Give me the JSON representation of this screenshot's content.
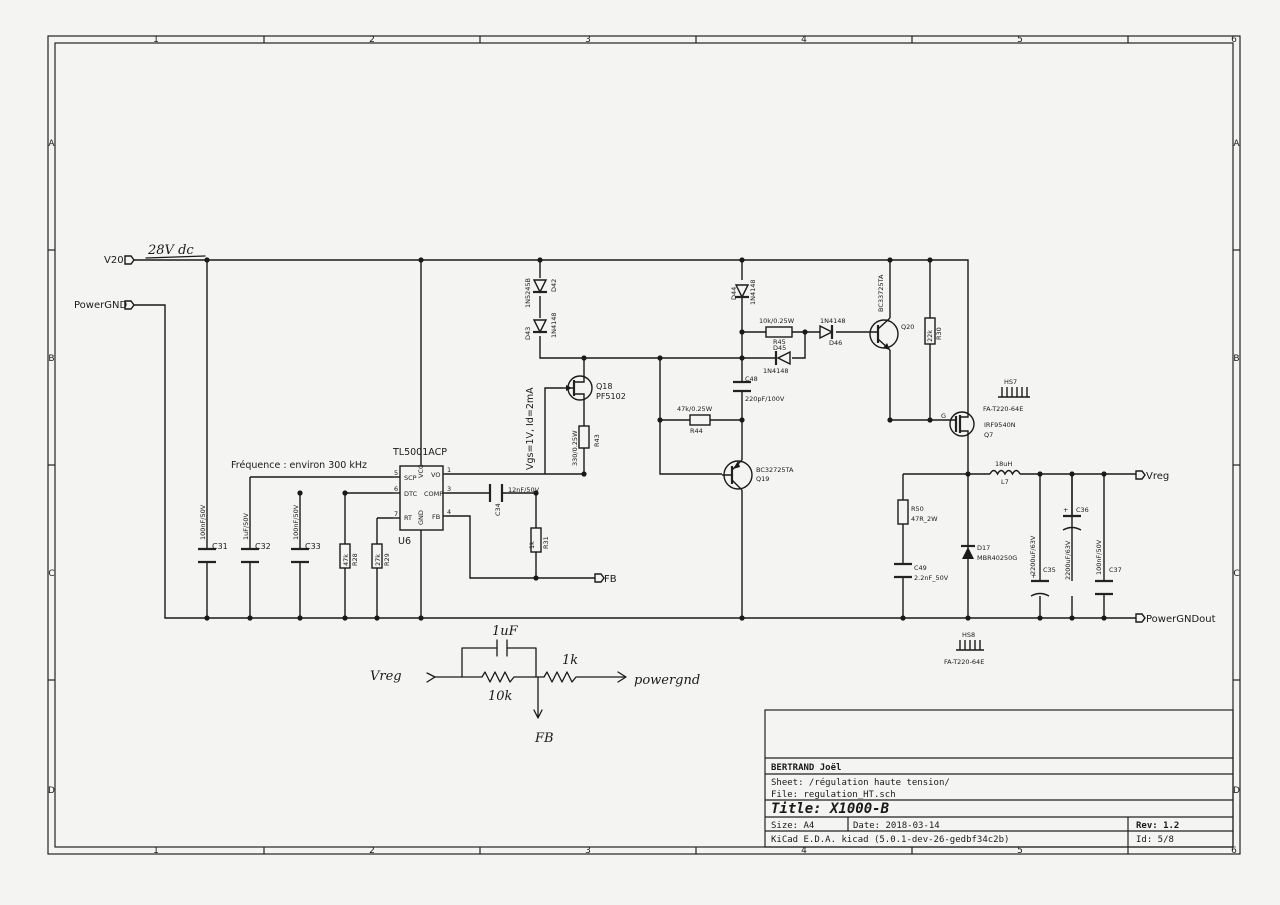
{
  "frame": {
    "columns": [
      "1",
      "2",
      "3",
      "4",
      "5",
      "6"
    ],
    "rows": [
      "A",
      "B",
      "C",
      "D"
    ]
  },
  "ports": {
    "v20": "V20",
    "powergnd": "PowerGND",
    "vreg": "Vreg",
    "fb": "FB",
    "powergndout": "PowerGNDout"
  },
  "annotations": {
    "supply": "28V dc",
    "frequency": "Fréquence : environ 300 kHz",
    "vgs": "Vgs=1V, Id=2mA"
  },
  "u6": {
    "part": "TL5001ACP",
    "ref": "U6",
    "pins": {
      "scp": "SCP",
      "dtc": "DTC",
      "rt": "RT",
      "vcc": "VCC",
      "gnd": "GND",
      "vo": "VO",
      "comp": "COMP",
      "fb": "FB",
      "p5": "5",
      "p6": "6",
      "p7": "7",
      "p1": "1",
      "p3": "3",
      "p4": "4"
    }
  },
  "components": {
    "c31": {
      "ref": "C31",
      "value": "100nF/50V"
    },
    "c32": {
      "ref": "C32",
      "value": "1uF/50V"
    },
    "c33": {
      "ref": "C33",
      "value": "100nF/50V"
    },
    "r28": {
      "ref": "R28",
      "value": "47k"
    },
    "r29": {
      "ref": "R29",
      "value": "27k"
    },
    "c34": {
      "ref": "C34",
      "value": "12nF/50V"
    },
    "r31": {
      "ref": "R31",
      "value": "1k"
    },
    "d42": {
      "ref": "D42",
      "value": "1N5245B"
    },
    "d43": {
      "ref": "D43",
      "value": "1N4148"
    },
    "q18": {
      "ref": "Q18",
      "value": "PF5102"
    },
    "r43": {
      "ref": "R43",
      "value": "330/0.25W"
    },
    "d44": {
      "ref": "D44",
      "value": "1N4148"
    },
    "r45": {
      "ref": "R45",
      "value": "10k/0.25W"
    },
    "d46": {
      "ref": "D46",
      "value": "1N4148"
    },
    "d45": {
      "ref": "D45",
      "value": "1N4148"
    },
    "c48": {
      "ref": "C48",
      "value": "220pF/100V"
    },
    "r44": {
      "ref": "R44",
      "value": "47k/0.25W"
    },
    "q19": {
      "ref": "Q19",
      "value": "BC32725TA"
    },
    "q20": {
      "ref": "Q20",
      "value": "BC33725TA"
    },
    "r30": {
      "ref": "R30",
      "value": "22k"
    },
    "hs7": {
      "ref": "HS7",
      "value": "FA-T220-64E"
    },
    "q7": {
      "ref": "Q7",
      "value": "IRF9540N"
    },
    "l7": {
      "ref": "L7",
      "value": "18uH"
    },
    "r50": {
      "ref": "R50",
      "value": "47R_2W"
    },
    "c49": {
      "ref": "C49",
      "value": "2.2nF_50V"
    },
    "d17": {
      "ref": "D17",
      "value": "MBR40250G"
    },
    "c35": {
      "ref": "C35",
      "value": "2200uF/63V"
    },
    "c36": {
      "ref": "C36",
      "value": "2200uF/63V"
    },
    "c37": {
      "ref": "C37",
      "value": "100nF/50V"
    },
    "hs8": {
      "ref": "HS8",
      "value": "FA-T220-64E"
    }
  },
  "handwritten": {
    "vreg": "Vreg",
    "cap": "1uF",
    "res1": "10k",
    "res2": "1k",
    "gnd": "powergnd",
    "fb": "FB"
  },
  "title_block": {
    "author": "BERTRAND Joël",
    "sheet": "Sheet: /régulation haute tension/",
    "file": "File: regulation_HT.sch",
    "title": "Title: X1000-B",
    "size": "Size: A4",
    "date": "Date: 2018-03-14",
    "rev": "Rev: 1.2",
    "tool": "KiCad E.D.A.  kicad (5.0.1-dev-26-gedbf34c2b)",
    "id": "Id: 5/8"
  }
}
